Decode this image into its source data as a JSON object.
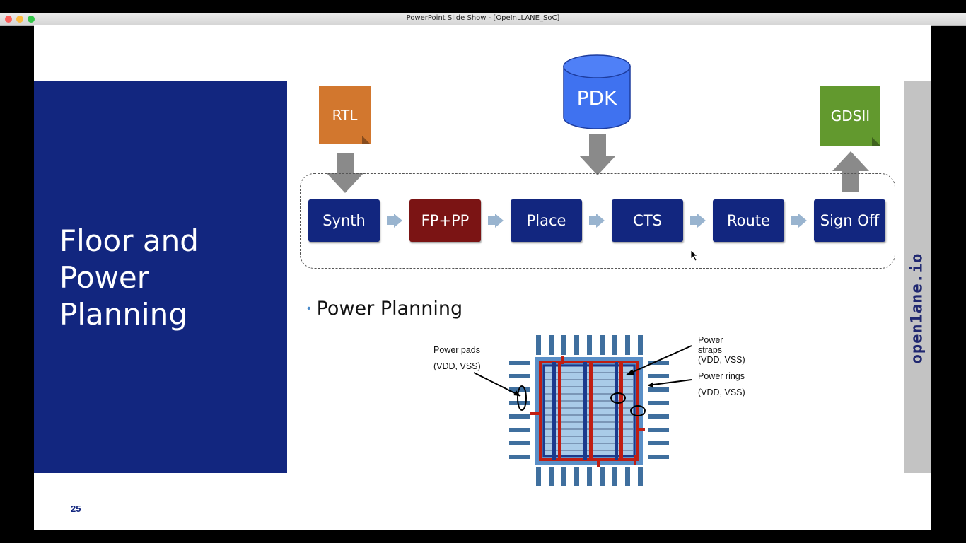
{
  "window": {
    "title": "PowerPoint Slide Show - [OpeInLLANE_SoC]"
  },
  "slide": {
    "title_lines": [
      "Floor and",
      "Power",
      "Planning"
    ],
    "number": "25",
    "brand": "open1ane.io",
    "inputs": {
      "rtl": "RTL",
      "pdk": "PDK",
      "output": "GDSII"
    },
    "flow_stages": [
      "Synth",
      "FP+PP",
      "Place",
      "CTS",
      "Route",
      "Sign Off"
    ],
    "highlighted_stage": "FP+PP",
    "bullet": "Power Planning",
    "diagram_labels": {
      "power_pads": "Power pads",
      "power_pads_nets": "(VDD, VSS)",
      "power_straps_1": "Power",
      "power_straps_2": "straps",
      "power_straps_nets": "(VDD, VSS)",
      "power_rings": "Power rings",
      "power_rings_nets": "(VDD, VSS)"
    }
  },
  "colors": {
    "panel_blue": "#12267f",
    "stage_red": "#7b1414",
    "rtl_orange": "#d2772e",
    "pdk_blue": "#3f72f0",
    "gds_green": "#62992e",
    "ring_red": "#c01e12"
  }
}
